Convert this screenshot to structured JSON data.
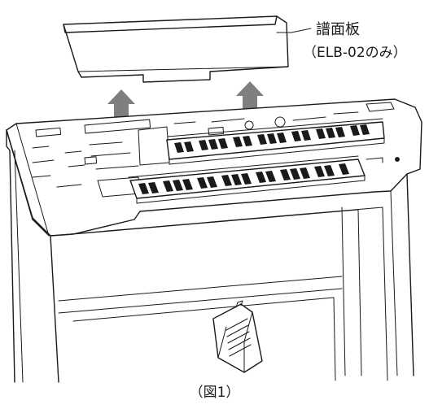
{
  "figure": {
    "label_title": "譜面板",
    "label_subtitle": "（ELB-02のみ）",
    "caption": "（図1）"
  },
  "colors": {
    "line": "#1a1a1a",
    "arrow": "#7f7f7f",
    "panel": "#f4f4f4",
    "background": "#ffffff"
  }
}
